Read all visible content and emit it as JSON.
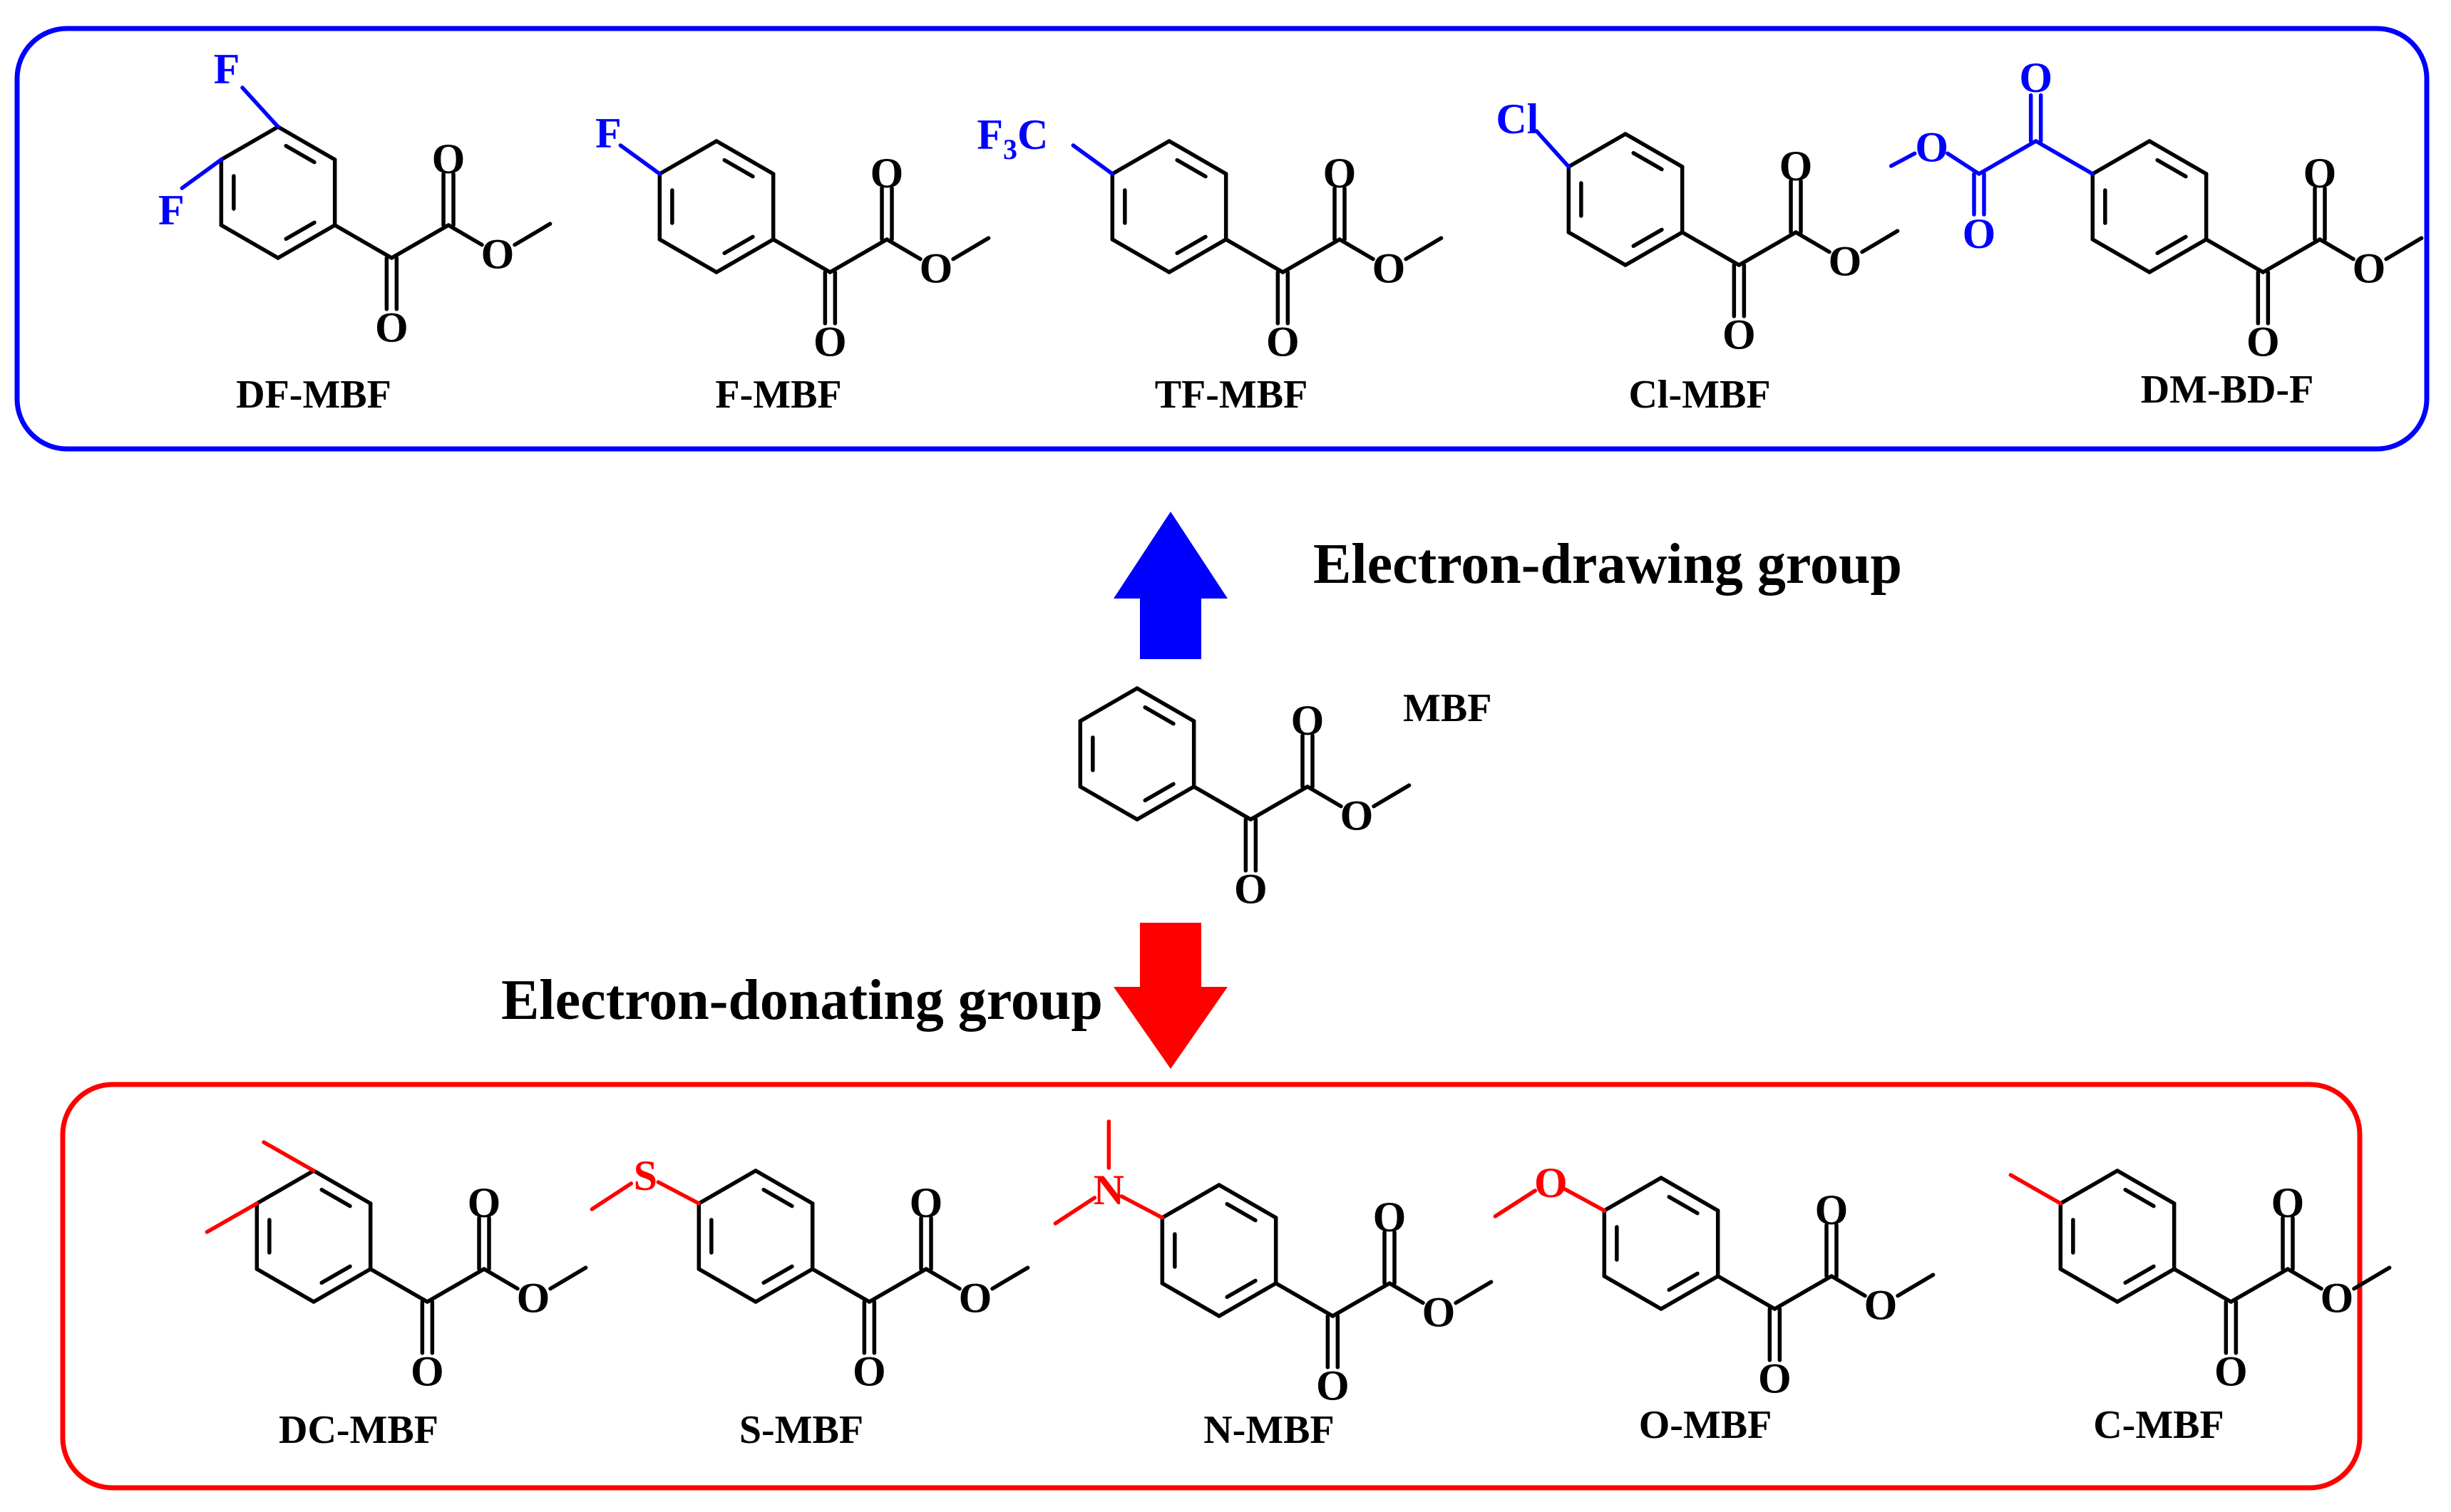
{
  "colors": {
    "withdrawing": "#0000ff",
    "donating": "#ff0000",
    "skeleton": "#000000"
  },
  "parent": {
    "label": "MBF"
  },
  "arrows": {
    "up_label": "Electron-drawing group",
    "down_label": "Electron-donating group"
  },
  "withdrawing_group": {
    "molecules": [
      {
        "label": "DF-MBF",
        "substituent": "3,4-difluoro",
        "atoms": {
          "F_a": "F",
          "F_b": "F"
        }
      },
      {
        "label": "F-MBF",
        "substituent": "4-fluoro",
        "atoms": {
          "F": "F"
        }
      },
      {
        "label": "TF-MBF",
        "substituent": "4-trifluoromethyl",
        "atoms": {
          "F3C_pre": "F",
          "F3C_sub": "3",
          "F3C_post": "C"
        }
      },
      {
        "label": "Cl-MBF",
        "substituent": "4-chloro",
        "atoms": {
          "Cl": "Cl"
        }
      },
      {
        "label": "DM-BD-F",
        "substituent": "4-(methoxy-oxoacetyl)",
        "atoms": {
          "O1": "O",
          "O2": "O",
          "O3": "O"
        }
      }
    ]
  },
  "donating_group": {
    "molecules": [
      {
        "label": "DC-MBF",
        "substituent": "3,4-dimethyl",
        "atoms": {}
      },
      {
        "label": "S-MBF",
        "substituent": "4-methylthio",
        "atoms": {
          "S": "S"
        }
      },
      {
        "label": "N-MBF",
        "substituent": "4-dimethylamino",
        "atoms": {
          "N": "N"
        }
      },
      {
        "label": "O-MBF",
        "substituent": "4-methoxy",
        "atoms": {
          "O": "O"
        }
      },
      {
        "label": "C-MBF",
        "substituent": "4-methyl",
        "atoms": {}
      }
    ]
  },
  "core_atoms": {
    "O": "O"
  }
}
